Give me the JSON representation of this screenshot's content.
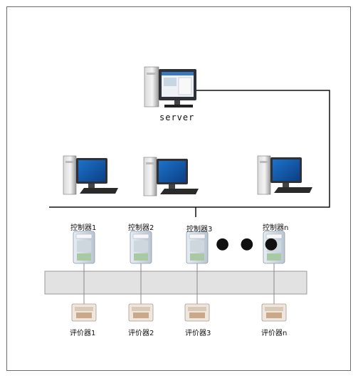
{
  "server": {
    "label": "server"
  },
  "controllers": [
    {
      "label": "控制器1"
    },
    {
      "label": "控制器2"
    },
    {
      "label": "控制器3"
    },
    {
      "label": "控制器n"
    }
  ],
  "evaluators": [
    {
      "label": "评价器1"
    },
    {
      "label": "评价器2"
    },
    {
      "label": "评价器3"
    },
    {
      "label": "评价器n"
    }
  ],
  "ellipsis": "● ● ●"
}
